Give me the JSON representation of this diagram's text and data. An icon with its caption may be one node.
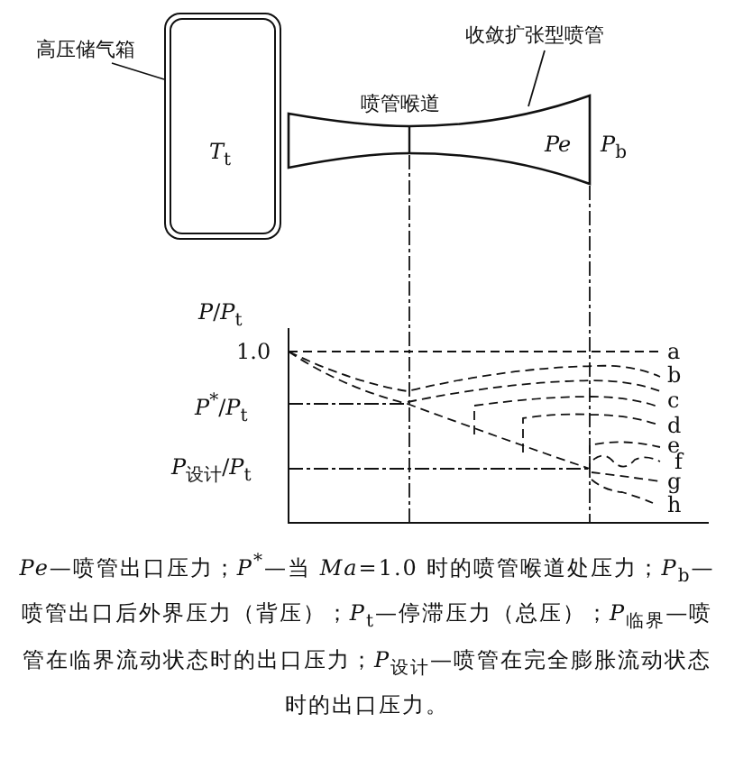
{
  "diagram": {
    "caption": "*Pe*—喷管出口压力；*P*$^{*}$—当 *Ma*=1.0 时的喷管喉道处压力；*P*$_{b}$—喷管出口后外界压力（背压）；*P*$_{t}$—停滞压力（总压）；*P*$_{临界}$—喷管在临界流动状态时的出口压力；*P*$_{设计}$—喷管在完全膨胀流动状态时的出口压力。",
    "nodes": [
      {
        "text": [
          "高压储气箱"
        ]
      },
      {
        "text": [
          "*T*$_{t}$"
        ]
      },
      {
        "text": [
          "收敛扩张型喷管"
        ]
      },
      {
        "text": [
          "*Pe*"
        ],
        "beside": [
          "*P*$_{b}$"
        ]
      }
    ],
    "edges": [
      {
        "from": 0,
        "to": 1,
        "arrow": "none"
      },
      {
        "from": 2,
        "to": 3,
        "arrow": "none"
      }
    ],
    "labels": [
      "喷管喉道",
      "*P*/*P*$_{t}$",
      "1.0",
      "a",
      "b",
      "*P*$^{*}$/*P*$_{t}$",
      "c",
      "d",
      "e",
      "f",
      "*P*$_{设计}$/*P*$_{t}$",
      "g",
      "h"
    ]
  }
}
